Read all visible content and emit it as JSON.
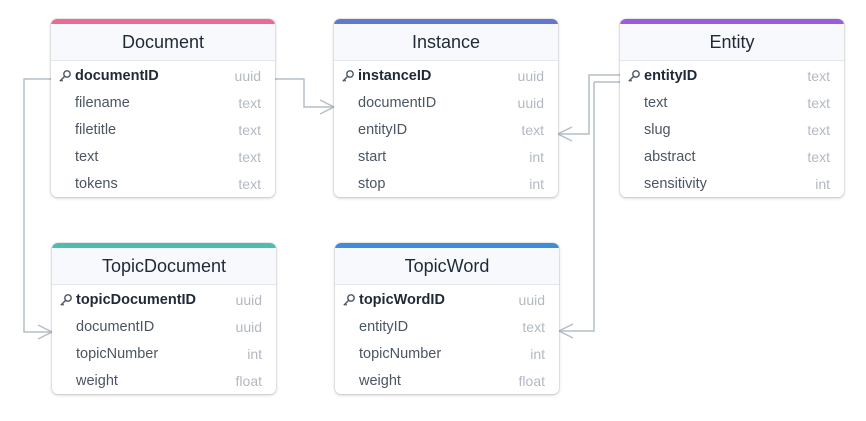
{
  "tables": [
    {
      "id": "document",
      "name": "Document",
      "color": "#ec6b93",
      "fields": [
        {
          "name": "documentID",
          "type": "uuid",
          "pk": true
        },
        {
          "name": "filename",
          "type": "text"
        },
        {
          "name": "filetitle",
          "type": "text"
        },
        {
          "name": "text",
          "type": "text"
        },
        {
          "name": "tokens",
          "type": "text"
        }
      ]
    },
    {
      "id": "instance",
      "name": "Instance",
      "color": "#6477cf",
      "fields": [
        {
          "name": "instanceID",
          "type": "uuid",
          "pk": true
        },
        {
          "name": "documentID",
          "type": "uuid"
        },
        {
          "name": "entityID",
          "type": "text"
        },
        {
          "name": "start",
          "type": "int"
        },
        {
          "name": "stop",
          "type": "int"
        }
      ]
    },
    {
      "id": "entity",
      "name": "Entity",
      "color": "#9b5be0",
      "fields": [
        {
          "name": "entityID",
          "type": "text",
          "pk": true
        },
        {
          "name": "text",
          "type": "text"
        },
        {
          "name": "slug",
          "type": "text"
        },
        {
          "name": "abstract",
          "type": "text"
        },
        {
          "name": "sensitivity",
          "type": "int"
        }
      ]
    },
    {
      "id": "topicdocument",
      "name": "TopicDocument",
      "color": "#4dbdad",
      "fields": [
        {
          "name": "topicDocumentID",
          "type": "uuid",
          "pk": true
        },
        {
          "name": "documentID",
          "type": "uuid"
        },
        {
          "name": "topicNumber",
          "type": "int"
        },
        {
          "name": "weight",
          "type": "float"
        }
      ]
    },
    {
      "id": "topicword",
      "name": "TopicWord",
      "color": "#3d8ddb",
      "fields": [
        {
          "name": "topicWordID",
          "type": "uuid",
          "pk": true
        },
        {
          "name": "entityID",
          "type": "text"
        },
        {
          "name": "topicNumber",
          "type": "int"
        },
        {
          "name": "weight",
          "type": "float"
        }
      ]
    }
  ],
  "line_color": "#b4bec9"
}
